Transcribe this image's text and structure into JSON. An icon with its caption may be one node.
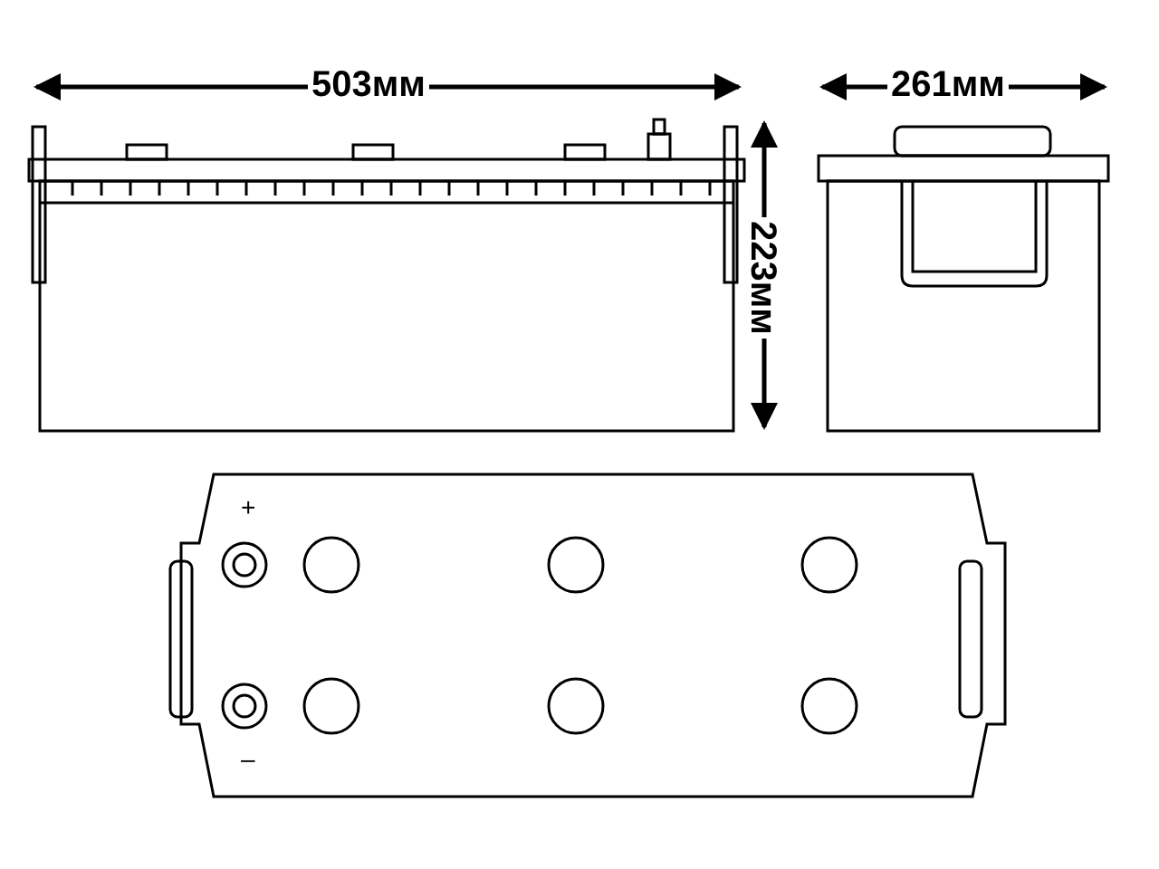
{
  "diagram": {
    "labels": [
      "503мм",
      "261мм",
      "223мм",
      "+",
      "–"
    ]
  }
}
